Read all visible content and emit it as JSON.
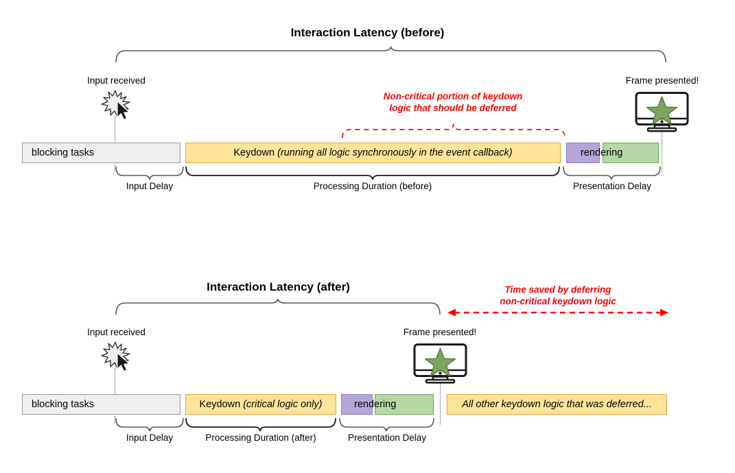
{
  "diagram": {
    "title_before": "Interaction Latency (before)",
    "title_after": "Interaction Latency (after)"
  },
  "before": {
    "title": "Interaction Latency (before)",
    "input_label": "Input received",
    "frame_label": "Frame presented!",
    "annotation_line1": "Non-critical portion of keydown",
    "annotation_line2": "logic that should be deferred",
    "bars": {
      "blocking": "blocking tasks",
      "keydown_prefix": "Keydown ",
      "keydown_italic": "(running all logic synchronously in the event callback)",
      "rendering": "rendering"
    },
    "phases": [
      {
        "label": "Input Delay"
      },
      {
        "label": "Processing Duration (before)"
      },
      {
        "label": "Presentation Delay"
      }
    ],
    "icons": {
      "spark": "spark-burst-icon",
      "cursor": "mouse-cursor-icon",
      "monitor": "monitor-icon",
      "star": "star-icon"
    }
  },
  "after": {
    "title": "Interaction Latency (after)",
    "input_label": "Input received",
    "frame_label": "Frame presented!",
    "annotation_line1": "Time saved by deferring",
    "annotation_line2": "non-critical keydown logic",
    "bars": {
      "blocking": "blocking tasks",
      "keydown_prefix": "Keydown ",
      "keydown_italic": "(critical logic only)",
      "rendering": "rendering",
      "deferred": "All other keydown logic that was deferred..."
    },
    "phases": [
      {
        "label": "Input Delay"
      },
      {
        "label": "Processing Duration (after)"
      },
      {
        "label": "Presentation Delay"
      }
    ],
    "icons": {
      "spark": "spark-burst-icon",
      "cursor": "mouse-cursor-icon",
      "monitor": "monitor-icon",
      "star": "star-icon",
      "arrow": "time-saved-arrow-icon"
    }
  },
  "colors": {
    "yellow_fill": "#ffe49a",
    "yellow_border": "#e8a33d",
    "purple_fill": "#b4a7d6",
    "purple_border": "#8e7cc3",
    "green_fill": "#b6d7a8",
    "green_border": "#6aa84f",
    "grey_fill": "#efefef",
    "grey_border": "#999999",
    "accent_red": "#ff0000"
  }
}
